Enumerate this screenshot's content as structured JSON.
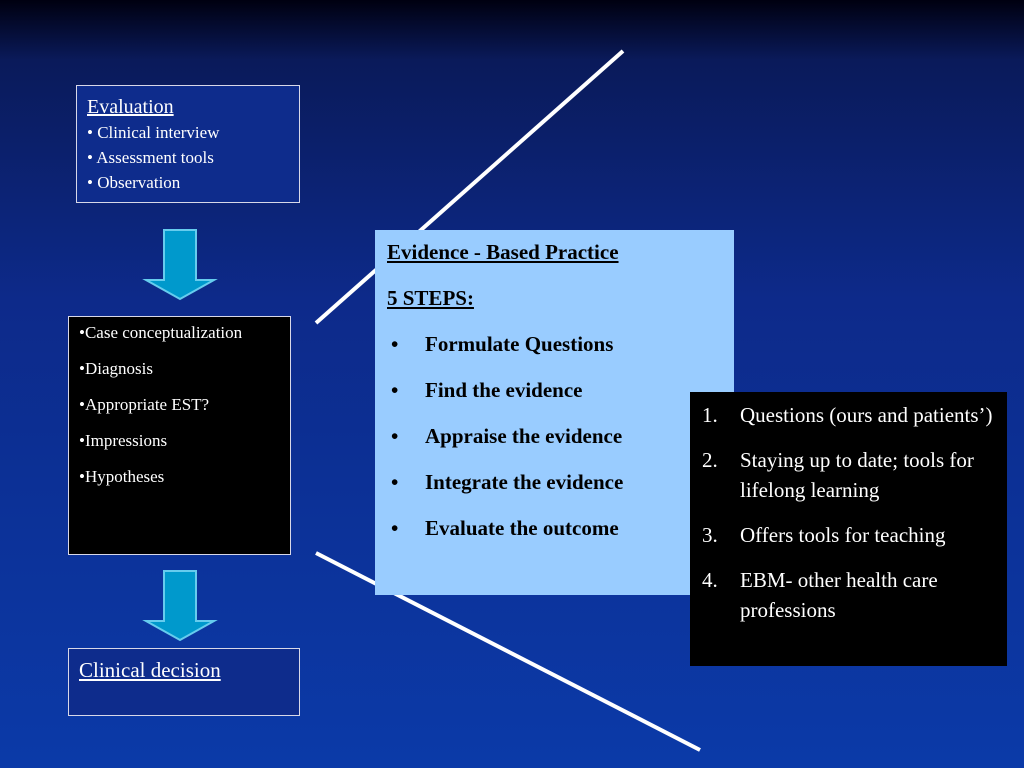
{
  "evaluation": {
    "title": "Evaluation",
    "items": [
      "• Clinical interview",
      "• Assessment tools",
      "• Observation"
    ]
  },
  "conceptualization": {
    "items": [
      "•Case conceptualization",
      "•Diagnosis",
      "•Appropriate EST?",
      "•Impressions",
      "•Hypotheses"
    ]
  },
  "decision": {
    "title": "Clinical decision"
  },
  "ebp": {
    "title": "Evidence - Based Practice",
    "subtitle": "5 STEPS:",
    "bullet": "•",
    "steps": [
      "Formulate Questions",
      "Find the evidence",
      "Appraise the evidence",
      "Integrate the evidence",
      "Evaluate the outcome"
    ]
  },
  "reasons": {
    "items": [
      {
        "num": "1.",
        "text": "Questions (ours and patients’)"
      },
      {
        "num": "2.",
        "text": "Staying up to date; tools for lifelong learning"
      },
      {
        "num": "3.",
        "text": "Offers tools for teaching"
      },
      {
        "num": "4.",
        "text": "EBM- other health care professions"
      }
    ]
  },
  "colors": {
    "background_top": "#000010",
    "background_bottom": "#0b3aa8",
    "ebp_box": "#99ccff",
    "arrow_fill": "#0099cc",
    "arrow_stroke": "#66ccee"
  }
}
